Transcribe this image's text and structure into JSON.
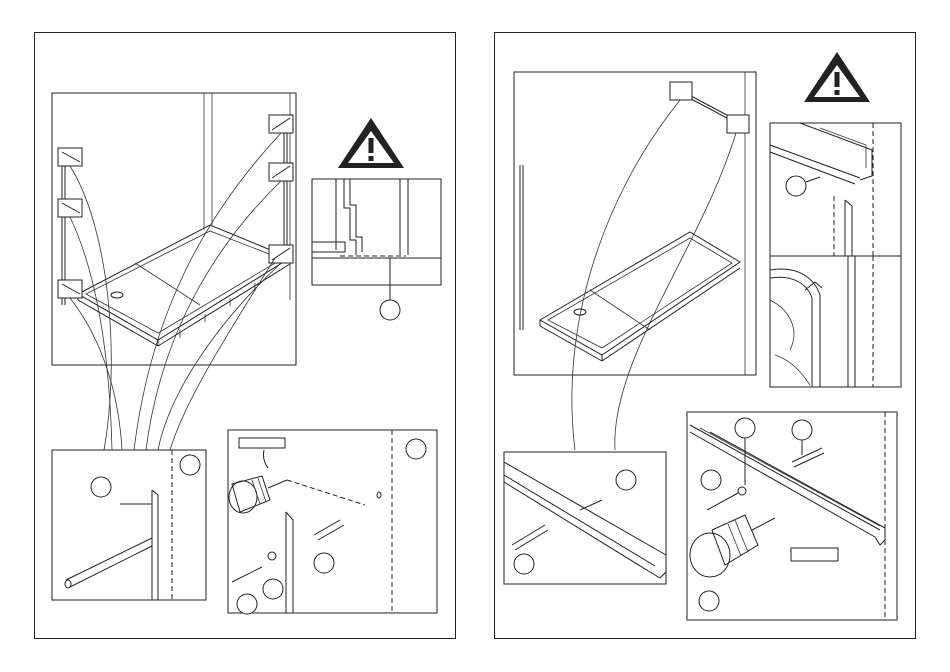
{
  "document": {
    "pages": [
      {
        "id": "left",
        "warning_icon": "warning-triangle-icon",
        "callout_circles": 6,
        "label_boxes": 1
      },
      {
        "id": "right",
        "warning_icon": "warning-triangle-icon",
        "callout_circles": 7,
        "label_boxes": 1
      }
    ],
    "colors": {
      "ink": "#222222",
      "paper": "#ffffff"
    }
  }
}
